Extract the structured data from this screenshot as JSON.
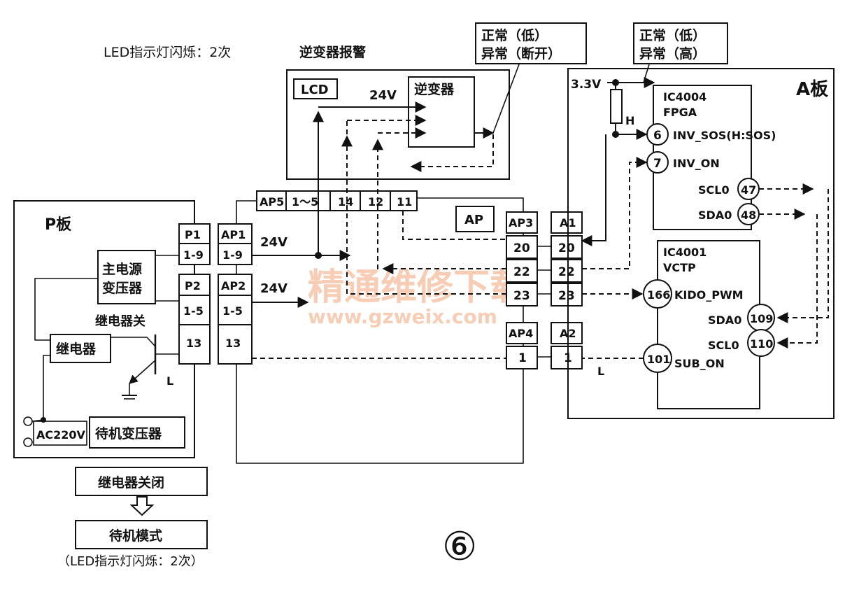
{
  "captions": {
    "led_blink": "LED指示灯闪烁：2次",
    "inverter_alarm": "逆变器报警",
    "normal_low_1": "正常（低）",
    "abnormal_open": "异常（断开）",
    "normal_low_2": "正常（低）",
    "abnormal_high": "异常（高）",
    "relay_off": "继电器关",
    "figure_number": "⑥"
  },
  "p_board": {
    "title": "P板",
    "main_transformer_line1": "主电源",
    "main_transformer_line2": "变压器",
    "relay": "继电器",
    "standby_transformer": "待机变压器",
    "ac_input": "AC220V",
    "transistor_level": "L"
  },
  "connectors": {
    "p1": "P1",
    "p1_pins": "1-9",
    "p2": "P2",
    "p2_pins": "1-5",
    "p2_pin13": "13",
    "ap1": "AP1",
    "ap1_pins": "1-9",
    "ap2": "AP2",
    "ap2_pins": "1-5",
    "ap2_pin13": "13",
    "ap5": "AP5",
    "ap5_pins": [
      "1～5",
      "14",
      "12",
      "11"
    ],
    "ap": "AP",
    "ap3": "AP3",
    "ap3_pins": [
      "20",
      "22",
      "23"
    ],
    "ap4": "AP4",
    "ap4_pin": "1",
    "a1": "A1",
    "a1_pins": [
      "20",
      "22",
      "23"
    ],
    "a2": "A2",
    "a2_pin": "1"
  },
  "voltages": {
    "v24_lcd": "24V",
    "v24_ap1": "24V",
    "v24_ap2": "24V",
    "v33": "3.3V",
    "resistor_level": "H",
    "sub_on_level": "L"
  },
  "lcd": {
    "label": "LCD",
    "inverter": "逆变器"
  },
  "a_board": {
    "title": "A板",
    "ic4004_name": "IC4004",
    "ic4004_type": "FPGA",
    "pin6": "6",
    "pin6_label": "INV_SOS(H:SOS)",
    "pin7": "7",
    "pin7_label": "INV_ON",
    "pin47": "47",
    "pin47_label": "SCL0",
    "pin48": "48",
    "pin48_label": "SDA0",
    "ic4001_name": "IC4001",
    "ic4001_type": "VCTP",
    "pin166": "166",
    "pin166_label": "KIDO_PWM",
    "pin109": "109",
    "pin109_label": "SDA0",
    "pin110": "110",
    "pin110_label": "SCL0",
    "pin101": "101",
    "pin101_label": "SUB_ON"
  },
  "flow": {
    "relay_closed": "继电器关闭",
    "standby_mode": "待机模式",
    "led_note": "（LED指示灯闪烁：2次）"
  },
  "watermark": {
    "text": "精通维修下载",
    "url": "www.gzweix.com"
  }
}
